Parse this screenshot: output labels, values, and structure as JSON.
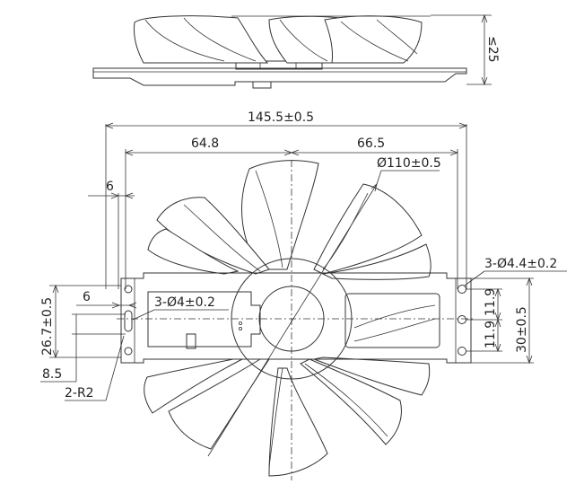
{
  "dimensions": {
    "height": "≤25",
    "overall_width": "145.5±0.5",
    "left_to_center": "64.8",
    "center_to_right": "66.5",
    "fan_diameter": "Ø110±0.5",
    "hole_offset": "6",
    "slot_offset": "6",
    "left_holes": "3-Ø4±0.2",
    "right_holes": "3-Ø4.4±0.2",
    "left_vertical": "26.7±0.5",
    "left_pitch": "8.5",
    "corner_radius": "2-R2",
    "right_pitch_upper": "11.9",
    "right_pitch_lower": "11.9",
    "right_vertical": "30±0.5"
  }
}
